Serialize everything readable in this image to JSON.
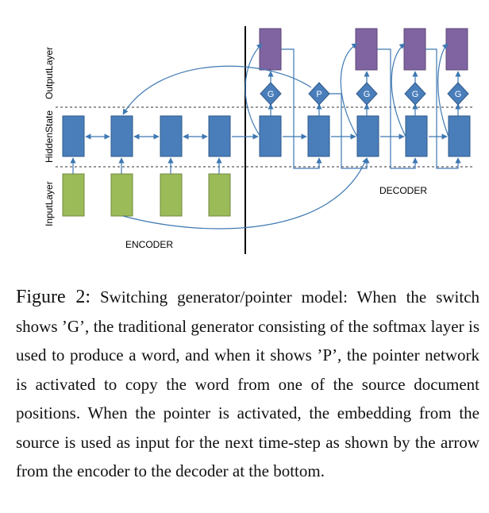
{
  "figure": {
    "layer_labels": {
      "output": "OutputLayer",
      "hidden": "HiddenState",
      "input": "InputLayer"
    },
    "encoder_label": "ENCODER",
    "decoder_label": "DECODER",
    "switch_labels": [
      "G",
      "P",
      "G",
      "G",
      "G"
    ],
    "colors": {
      "hidden": "#4a7ebb",
      "input": "#9bbb59",
      "output": "#8064a2",
      "arrow": "#3e78b2",
      "switch": "#4a7ebb"
    }
  },
  "caption": {
    "label": "Figure 2:",
    "text": "Switching generator/pointer model: When the switch shows ’G’, the traditional generator consisting of the softmax layer is used to produce a word, and when it shows ’P’, the pointer network is activated to copy the word from one of the source document positions. When the pointer is activated, the embedding from the source is used as input for the next time-step as shown by the arrow from the encoder to the decoder at the bottom."
  }
}
